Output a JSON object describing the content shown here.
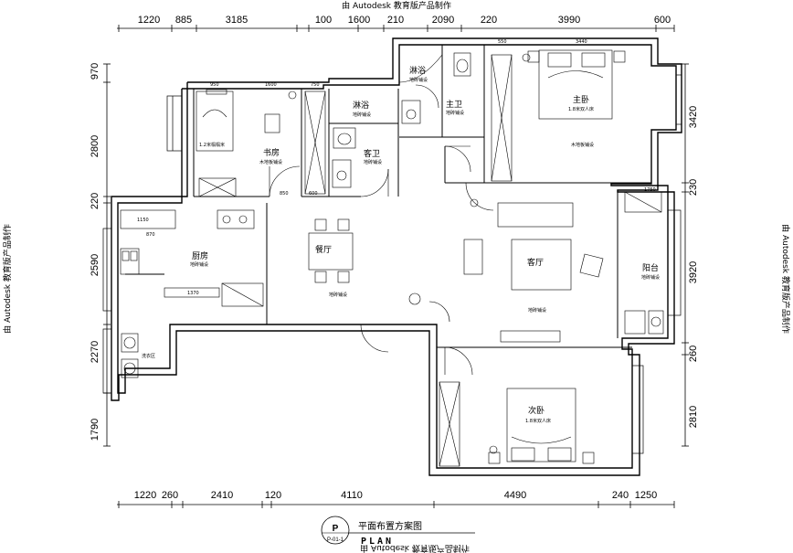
{
  "watermark": {
    "text": "由 Autodesk 教育版产品制作"
  },
  "dimensions": {
    "top": [
      "1220",
      "885",
      "3185",
      "100",
      "1600",
      "210",
      "2090",
      "220",
      "3990",
      "600"
    ],
    "bottom": [
      "1220",
      "260",
      "2410",
      "120",
      "4110",
      "4490",
      "240",
      "1250"
    ],
    "left": [
      "970",
      "2800",
      "220",
      "2590",
      "2270",
      "1790"
    ],
    "right": [
      "3420",
      "230",
      "3920",
      "260",
      "2810"
    ]
  },
  "rooms": {
    "master_bath": "淋浴",
    "master_toilet": "主卫",
    "master_bedroom": "主卧",
    "master_bed": "1.8米双人床",
    "master_floor": "木地板铺设",
    "study": "书房",
    "study_floor": "木地板铺设",
    "study_bed": "1.2米榻榻米",
    "guest_shower": "淋浴",
    "guest_bath": "客卫",
    "guest_bath_floor": "地砖铺设",
    "kitchen": "厨房",
    "kitchen_floor": "地砖铺设",
    "dining": "餐厅",
    "dining_floor": "地砖铺设",
    "living": "客厅",
    "living_floor": "地砖铺设",
    "balcony": "阳台",
    "balcony_floor": "地砖铺设",
    "laundry": "洗衣区",
    "second_bedroom": "次卧",
    "second_bed": "1.8米双人床",
    "toilet_floor": "地砖铺设"
  },
  "inner_dims": {
    "study_top": [
      "950",
      "1600",
      "750"
    ],
    "master_top": [
      "550",
      "3440"
    ],
    "kitchen_a": "1150",
    "kitchen_b": "870",
    "kitchen_c": "1370",
    "corridor_a": "850",
    "corridor_b": "600",
    "balcony_top": "1750"
  },
  "title_block": {
    "symbol": "P",
    "sheet": "P-01-1",
    "title": "平面布置方案图",
    "subtitle": "PLAN"
  }
}
